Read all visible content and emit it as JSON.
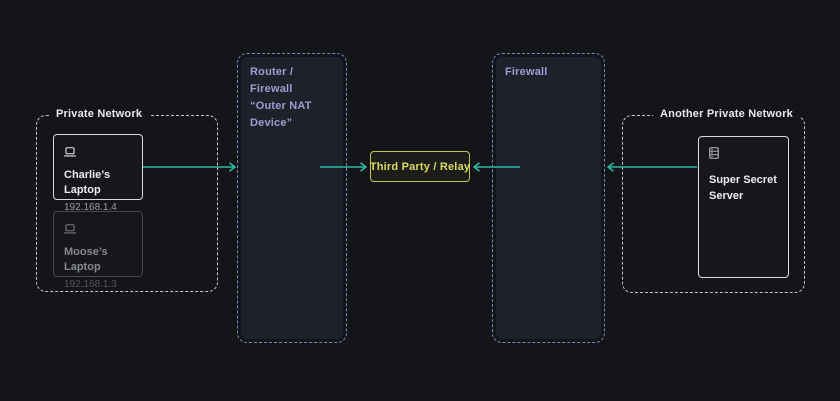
{
  "colors": {
    "background": "#141519",
    "arrow_teal": "#2cb9a6",
    "relay_yellow": "#dadb60",
    "nat_lavender": "#9a9ed2"
  },
  "left_network": {
    "label": "Private Network",
    "devices": [
      {
        "icon": "laptop-icon",
        "name": "Charlie’s Laptop",
        "ip": "192.168.1.4",
        "state": "active"
      },
      {
        "icon": "laptop-icon",
        "name": "Moose’s Laptop",
        "ip": "192.168.1.3",
        "state": "inactive"
      }
    ]
  },
  "outer_nat": {
    "title": "Router / Firewall",
    "subtitle": "“Outer NAT Device”"
  },
  "relay": {
    "label": "Third Party / Relay"
  },
  "firewall": {
    "title": "Firewall"
  },
  "right_network": {
    "label": "Another Private Network",
    "devices": [
      {
        "icon": "server-icon",
        "name": "Super Secret Server"
      }
    ]
  }
}
